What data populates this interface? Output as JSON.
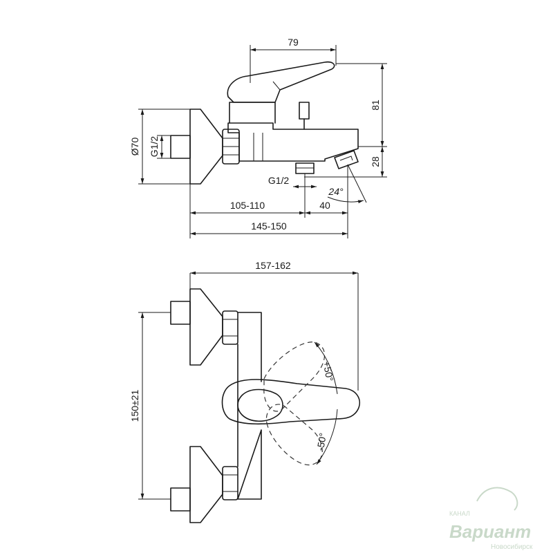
{
  "dimensions": {
    "handle_reach": "79",
    "height_top": "81",
    "height_spout": "28",
    "diameter": "Ø70",
    "thread_inlet": "G1/2",
    "thread_outlet": "G1/2",
    "spout_angle": "24°",
    "depth_short": "105-110",
    "spout_offset": "40",
    "depth_total": "145-150",
    "width_total": "157-162",
    "centers": "150±21",
    "rotate_plus": "+50°",
    "rotate_minus": "-50°"
  },
  "watermark": {
    "brand": "Вариант",
    "tag": "КАНАЛ",
    "city": "Новосибирск"
  },
  "colors": {
    "line": "#1a1a1a",
    "watermark": "#c9d9c9"
  }
}
